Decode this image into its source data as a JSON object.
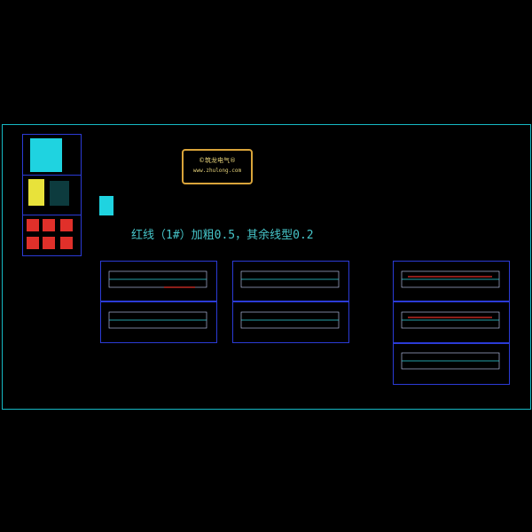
{
  "logo": {
    "line1": "©筑龙电气®",
    "line2": "www.zhulong.com"
  },
  "note": {
    "text": "红线（1#）加粗0.5，其余线型0.2"
  },
  "colors": {
    "background": "#000000",
    "outer_frame": "#16b8c4",
    "sheet_border": "#2b3bd6",
    "title_block": "#1fd3e0",
    "detail_yellow": "#e8e23a",
    "detail_red": "#e0302a",
    "note_text": "#46c4c8",
    "logo_border": "#d9a43a"
  }
}
